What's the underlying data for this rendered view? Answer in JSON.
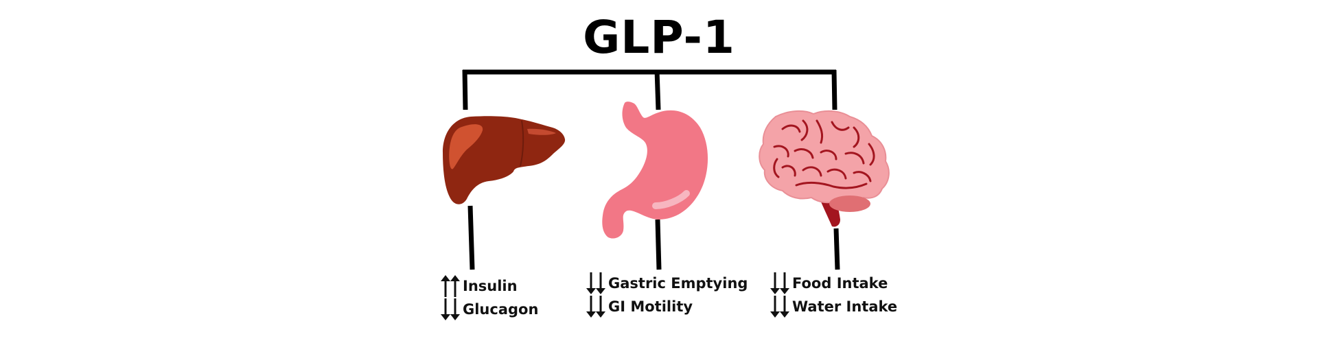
{
  "title": "GLP-1",
  "colors": {
    "line": "#000000",
    "liver": "#8F2611",
    "stomach": "#F27786",
    "brain": "#F4A3A8"
  },
  "organs": [
    {
      "name": "liver",
      "icon": "liver-icon",
      "effects": [
        {
          "direction": "up",
          "label": "Insulin"
        },
        {
          "direction": "down",
          "label": "Glucagon"
        }
      ]
    },
    {
      "name": "stomach",
      "icon": "stomach-icon",
      "effects": [
        {
          "direction": "down",
          "label": "Gastric Emptying"
        },
        {
          "direction": "down",
          "label": "GI Motility"
        }
      ]
    },
    {
      "name": "brain",
      "icon": "brain-icon",
      "effects": [
        {
          "direction": "down",
          "label": "Food Intake"
        },
        {
          "direction": "down",
          "label": "Water Intake"
        }
      ]
    }
  ]
}
